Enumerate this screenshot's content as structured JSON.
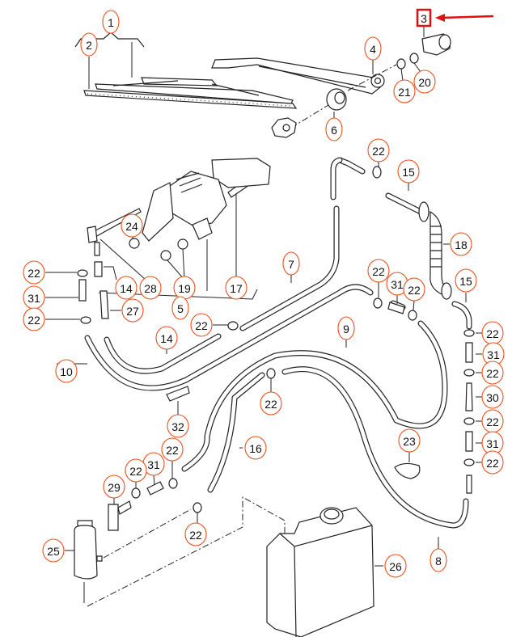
{
  "diagram": {
    "callouts": [
      "1",
      "2",
      "3",
      "4",
      "20",
      "21",
      "6",
      "22",
      "15",
      "18",
      "24",
      "22",
      "14",
      "28",
      "19",
      "17",
      "5",
      "7",
      "22",
      "31",
      "22",
      "15",
      "31",
      "27",
      "22",
      "22",
      "14",
      "9",
      "22",
      "31",
      "10",
      "22",
      "30",
      "22",
      "22",
      "32",
      "16",
      "31",
      "22",
      "23",
      "22",
      "31",
      "22",
      "29",
      "22",
      "25",
      "26",
      "8"
    ],
    "highlighted_part": "3",
    "highlight_color": "#e01010",
    "callout_color": "#e8501c"
  }
}
